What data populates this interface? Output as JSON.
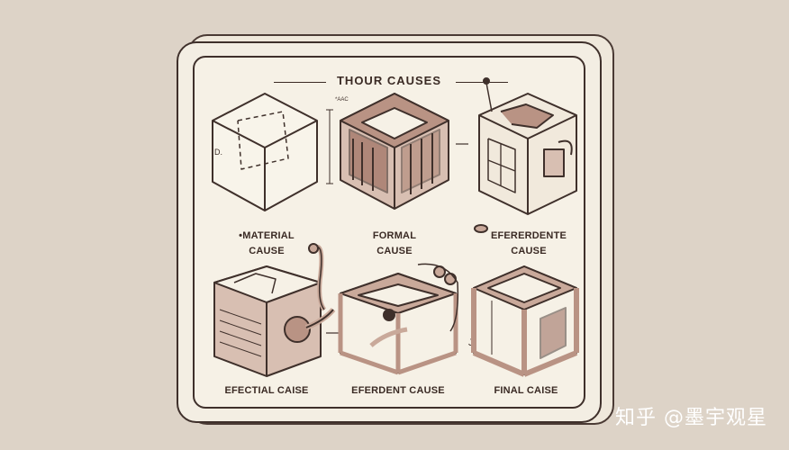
{
  "title": "THOUR CAUSES",
  "labels": {
    "material_line1": "•MATERIAL",
    "material_line2": "CAUSE",
    "formal_line1": "FORMAL",
    "formal_line2": "CAUSE",
    "eferer_line1": "EFERERDENTE",
    "eferer_line2": "CAUSE",
    "efectial": "EFECTIAL CAISE",
    "eferdent": "EFERDENT CAUSE",
    "final": "FINAL CAISE"
  },
  "annotations": {
    "d_mark": "D.",
    "dim_mark": "*AAC",
    "j_mark": "J"
  },
  "watermark": "知乎 @墨宇观星",
  "colors": {
    "background": "#ddd3c7",
    "paper": "#f6f1e6",
    "ink": "#3f302b",
    "wood": "#c9a99a",
    "accent": "#8e5a4c"
  }
}
